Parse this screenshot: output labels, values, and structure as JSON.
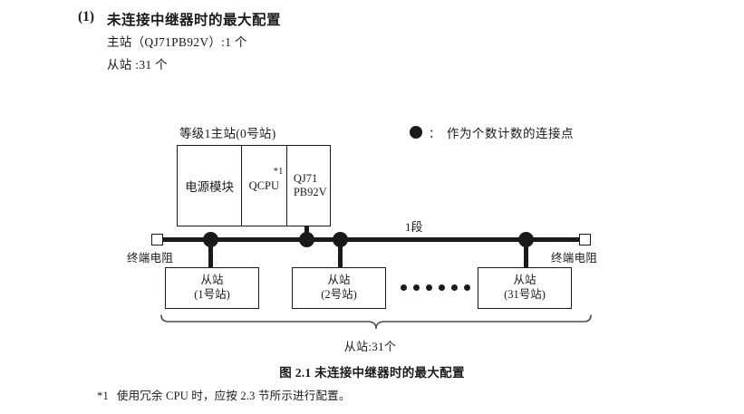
{
  "heading": {
    "number": "(1)",
    "title": "未连接中继器时的最大配置"
  },
  "spec": {
    "master_line": "主站（QJ71PB92V）:1 个",
    "slave_line": "从站 :31 个"
  },
  "legend": {
    "dot_icon": "filled-circle-icon",
    "colon": "：",
    "text": "作为个数计数的连接点"
  },
  "diagram": {
    "master": {
      "caption": "等级1主站(0号站)",
      "power_module": "电源模块",
      "cpu": "QCPU",
      "cpu_footnote_mark": "*1",
      "network_module_line1": "QJ71",
      "network_module_line2": "PB92V"
    },
    "bus": {
      "segment_label": "1段",
      "terminator_left": "终端电阻",
      "terminator_right": "终端电阻",
      "terminator_icon": "terminating-resistor-icon",
      "connection_dot_icon": "filled-circle-icon"
    },
    "slaves": [
      {
        "title": "从站",
        "station": "(1号站)"
      },
      {
        "title": "从站",
        "station": "(2号站)"
      },
      {
        "title": "从站",
        "station": "(31号站)"
      }
    ],
    "ellipsis_dot_count": 6,
    "brace_label": "从站:31个"
  },
  "figure": {
    "caption": "图 2.1  未连接中继器时的最大配置"
  },
  "footnote": {
    "mark": "*1",
    "text": "使用冗余 CPU 时，应按 2.3 节所示进行配置。"
  },
  "colors": {
    "ink": "#1a1a1a",
    "page": "#ffffff"
  }
}
